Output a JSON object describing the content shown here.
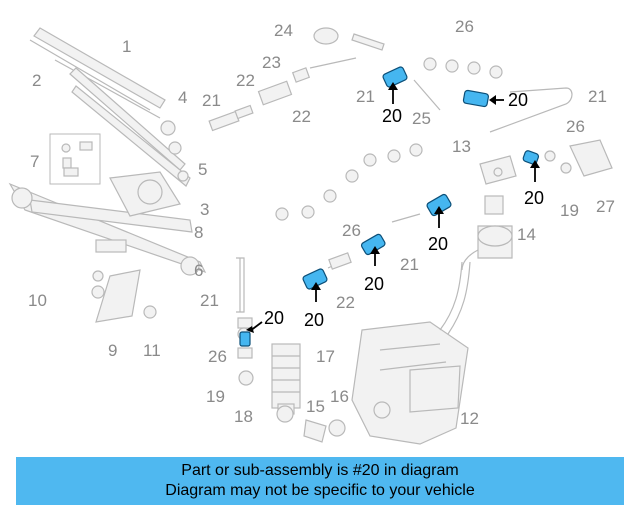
{
  "diagram": {
    "callouts": {
      "c1": "1",
      "c2": "2",
      "c3": "3",
      "c4": "4",
      "c5": "5",
      "c6": "6",
      "c7": "7",
      "c8": "8",
      "c9": "9",
      "c10": "10",
      "c11": "11",
      "c12": "12",
      "c13": "13",
      "c14": "14",
      "c15": "15",
      "c16": "16",
      "c17": "17",
      "c18": "18",
      "c19a": "19",
      "c19b": "19",
      "c21a": "21",
      "c21b": "21",
      "c21c": "21",
      "c21d": "21",
      "c21e": "21",
      "c22a": "22",
      "c22b": "22",
      "c22c": "22",
      "c23": "23",
      "c24": "24",
      "c25": "25",
      "c26a": "26",
      "c26b": "26",
      "c26c": "26",
      "c26d": "26",
      "c27": "27"
    },
    "highlight_callouts": [
      "20",
      "20",
      "20",
      "20",
      "20",
      "20",
      "20"
    ],
    "highlight_color": "#45b6f0",
    "part_color": "#b9b9b9"
  },
  "banner": {
    "line1": "Part or sub-assembly is #20 in diagram",
    "line2": "Diagram may not be specific to your vehicle",
    "background": "#4fb8f0"
  }
}
